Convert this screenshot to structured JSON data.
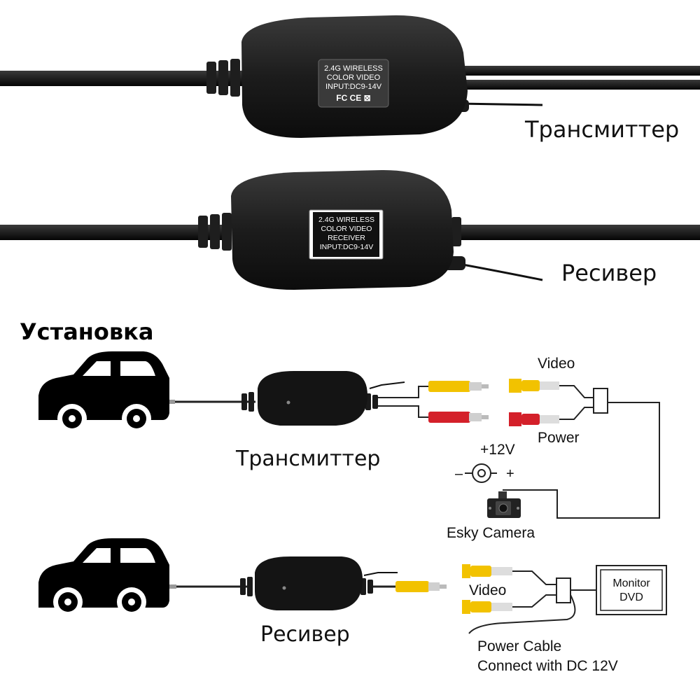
{
  "units": {
    "transmitter": {
      "label_lines": [
        "2.4G WIRELESS",
        "COLOR  VIDEO",
        "INPUT:DC9-14V"
      ],
      "marks": "FC  CE  ⊠",
      "caption": "Трансмиттер"
    },
    "receiver": {
      "label_lines": [
        "2.4G WIRELESS",
        "COLOR  VIDEO",
        "RECEIVER",
        "INPUT:DC9-14V"
      ],
      "caption": "Ресивер"
    }
  },
  "install": {
    "heading": "Установка",
    "transmitter_caption": "Трансмиттер",
    "receiver_caption": "Ресивер",
    "video_label_top": "Video",
    "power_label": "Power",
    "plus12v": "+12V",
    "polarity_minus": "–",
    "polarity_plus": "+",
    "camera_label": "Esky Camera",
    "video_label_bottom": "Video",
    "monitor_line1": "Monitor",
    "monitor_line2": "DVD",
    "power_cable_line1": "Power Cable",
    "power_cable_line2": "Connect with DC 12V"
  },
  "colors": {
    "body": "#1c1c1c",
    "label_plate": "#3a3a3a",
    "rca_yellow": "#f2c200",
    "rca_red": "#d4202a",
    "plug_metal": "#cfcfcf"
  }
}
